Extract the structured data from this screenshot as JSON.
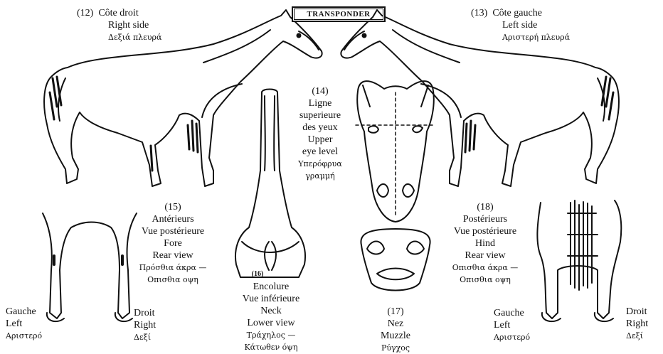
{
  "transponder": "TRANSPONDER",
  "views": {
    "right_side": {
      "number": "(12)",
      "fr": "Côte droit",
      "en": "Right side",
      "gr": "Δεξιά πλευρά"
    },
    "left_side": {
      "number": "(13)",
      "fr": "Côte gauche",
      "en": "Left side",
      "gr": "Αριστερή πλευρά"
    },
    "eye_level": {
      "number": "(14)",
      "fr1": "Ligne",
      "fr2": "superieure",
      "fr3": "des yeux",
      "en1": "Upper",
      "en2": "eye level",
      "gr1": "Υπερόφρυα",
      "gr2": "γραμμή"
    },
    "fore": {
      "number": "(15)",
      "fr1": "Antérieurs",
      "fr2": "Vue postérieure",
      "en1": "Fore",
      "en2": "Rear view",
      "gr1": "Πρόσθια άκρα —",
      "gr2": "Οπισθια οψη"
    },
    "neck": {
      "number": "(16)",
      "fr1": "Encolure",
      "fr2": "Vue inférieure",
      "en1": "Neck",
      "en2": "Lower view",
      "gr1": "Τράχηλος —",
      "gr2": "Κάτωθεν όψη"
    },
    "muzzle": {
      "number": "(17)",
      "fr": "Nez",
      "en": "Muzzle",
      "gr": "Ρύγχος"
    },
    "hind": {
      "number": "(18)",
      "fr1": "Postérieurs",
      "fr2": "Vue postérieure",
      "en1": "Hind",
      "en2": "Rear view",
      "gr1": "Οπισθια άκρα —",
      "gr2": "Οπισθια οψη"
    }
  },
  "legs": {
    "left_fr": "Gauche",
    "left_en": "Left",
    "left_gr": "Αριστερό",
    "right_fr": "Droit",
    "right_en": "Right",
    "right_gr": "Δεξί",
    "left2_fr": "Gauche",
    "left2_en": "Left",
    "left2_gr": "Αριστερό",
    "right2_fr": "Droit",
    "right2_en": "Right",
    "right2_gr": "Δεξί"
  }
}
